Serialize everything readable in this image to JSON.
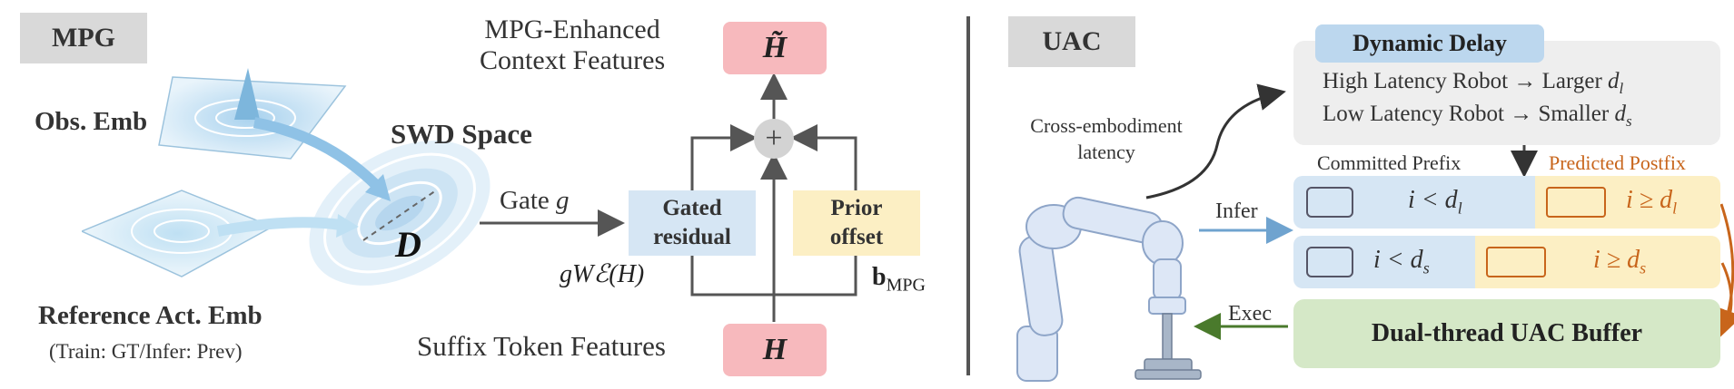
{
  "left": {
    "tag": "MPG",
    "obs_emb": "Obs. Emb",
    "swd_space": "SWD Space",
    "d_symbol": "D",
    "ref_act_emb": "Reference Act. Emb",
    "train_note": "(Train: GT/Infer: Prev)",
    "gate_label": "Gate",
    "gate_symbol": "g",
    "gated_residual_line1": "Gated",
    "gated_residual_line2": "residual",
    "prior_offset_line1": "Prior",
    "prior_offset_line2": "offset",
    "gated_formula": "gWℰ(H)",
    "bias_formula": "b",
    "bias_sub": "MPG",
    "enhanced_line1": "MPG-Enhanced",
    "enhanced_line2": "Context Features",
    "h_tilde": "H̃",
    "suffix_label": "Suffix Token Features",
    "h": "H",
    "plus": "+"
  },
  "right": {
    "tag": "UAC",
    "dynamic_delay": "Dynamic Delay",
    "high_latency": "High Latency Robot → Larger",
    "high_var": "d",
    "high_sub": "l",
    "low_latency": "Low Latency Robot → Smaller",
    "low_var": "d",
    "low_sub": "s",
    "cross_line1": "Cross-embodiment",
    "cross_line2": "latency",
    "committed_prefix": "Committed Prefix",
    "predicted_postfix": "Predicted Postfix",
    "infer": "Infer",
    "exec": "Exec",
    "row1_left": "i < d",
    "row1_left_sub": "l",
    "row1_right": "i ≥ d",
    "row1_right_sub": "l",
    "row2_left": "i < d",
    "row2_left_sub": "s",
    "row2_right": "i ≥ d",
    "row2_right_sub": "s",
    "buffer": "Dual-thread UAC Buffer"
  },
  "colors": {
    "pink": "#f7b9bd",
    "blue": "#d6e6f4",
    "yellow": "#fcefc4",
    "green": "#d5e8c7",
    "orange": "#c8651b",
    "arrow": "#555555",
    "infer_arrow": "#6fa3cf",
    "exec_arrow": "#4a7a2c"
  }
}
